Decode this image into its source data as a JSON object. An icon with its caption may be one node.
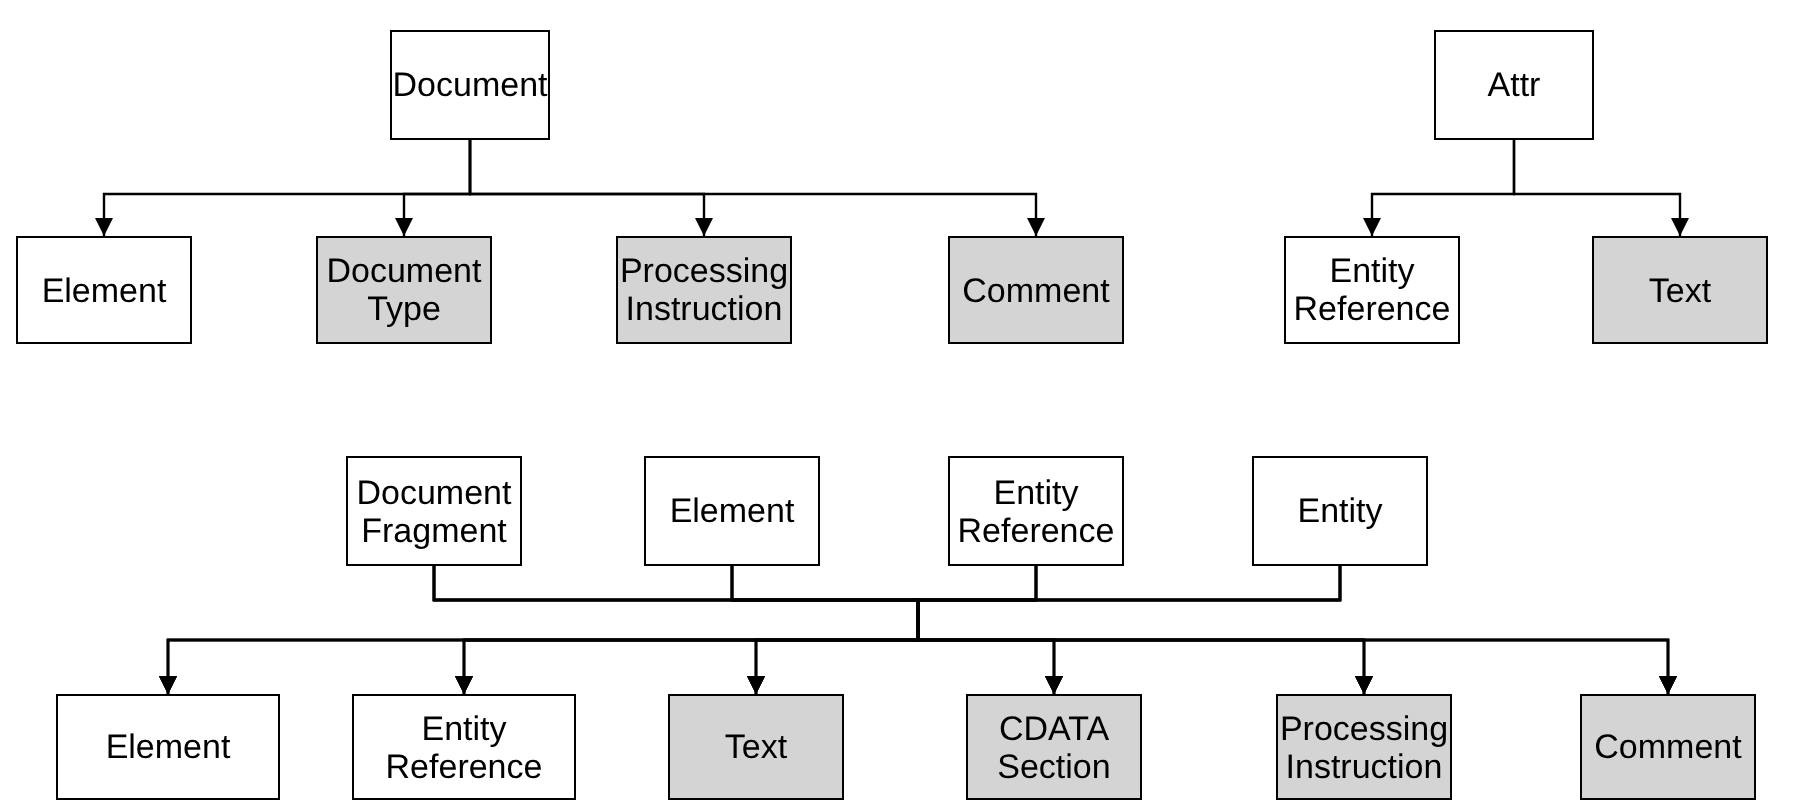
{
  "diagram": {
    "nodes": [
      {
        "text": [
          "Document"
        ]
      },
      {
        "text": [
          "Element"
        ]
      },
      {
        "text": [
          "Document Type"
        ]
      },
      {
        "text": [
          "Processing Instruction"
        ]
      },
      {
        "text": [
          "Comment"
        ]
      },
      {
        "text": [
          "Attr"
        ]
      },
      {
        "text": [
          "Entity Reference"
        ]
      },
      {
        "text": [
          "Text"
        ]
      },
      {
        "text": [
          "Document Fragment"
        ]
      },
      {
        "text": [
          "Element"
        ]
      },
      {
        "text": [
          "Entity Reference"
        ]
      },
      {
        "text": [
          "Entity"
        ]
      },
      {
        "text": [
          "Element"
        ]
      },
      {
        "text": [
          "Entity Reference"
        ]
      },
      {
        "text": [
          "Text"
        ]
      },
      {
        "text": [
          "CDATA Section"
        ]
      },
      {
        "text": [
          "Processing Instruction"
        ]
      },
      {
        "text": [
          "Comment"
        ]
      }
    ],
    "edges": [
      {
        "from": 0,
        "to": 1,
        "arrow": "to"
      },
      {
        "from": 0,
        "to": 2,
        "arrow": "to"
      },
      {
        "from": 0,
        "to": 3,
        "arrow": "to"
      },
      {
        "from": 0,
        "to": 4,
        "arrow": "to"
      },
      {
        "from": 5,
        "to": 6,
        "arrow": "to"
      },
      {
        "from": 5,
        "to": 7,
        "arrow": "to"
      },
      {
        "from": 8,
        "to": 12,
        "arrow": "to"
      },
      {
        "from": 8,
        "to": 13,
        "arrow": "to"
      },
      {
        "from": 8,
        "to": 14,
        "arrow": "to"
      },
      {
        "from": 8,
        "to": 15,
        "arrow": "to"
      },
      {
        "from": 8,
        "to": 16,
        "arrow": "to"
      },
      {
        "from": 8,
        "to": 17,
        "arrow": "to"
      },
      {
        "from": 9,
        "to": 12,
        "arrow": "to"
      },
      {
        "from": 9,
        "to": 13,
        "arrow": "to"
      },
      {
        "from": 9,
        "to": 14,
        "arrow": "to"
      },
      {
        "from": 9,
        "to": 15,
        "arrow": "to"
      },
      {
        "from": 9,
        "to": 16,
        "arrow": "to"
      },
      {
        "from": 9,
        "to": 17,
        "arrow": "to"
      },
      {
        "from": 10,
        "to": 12,
        "arrow": "to"
      },
      {
        "from": 10,
        "to": 13,
        "arrow": "to"
      },
      {
        "from": 10,
        "to": 14,
        "arrow": "to"
      },
      {
        "from": 10,
        "to": 15,
        "arrow": "to"
      },
      {
        "from": 10,
        "to": 16,
        "arrow": "to"
      },
      {
        "from": 10,
        "to": 17,
        "arrow": "to"
      },
      {
        "from": 11,
        "to": 12,
        "arrow": "to"
      },
      {
        "from": 11,
        "to": 13,
        "arrow": "to"
      },
      {
        "from": 11,
        "to": 14,
        "arrow": "to"
      },
      {
        "from": 11,
        "to": 15,
        "arrow": "to"
      },
      {
        "from": 11,
        "to": 16,
        "arrow": "to"
      },
      {
        "from": 11,
        "to": 17,
        "arrow": "to"
      }
    ]
  }
}
